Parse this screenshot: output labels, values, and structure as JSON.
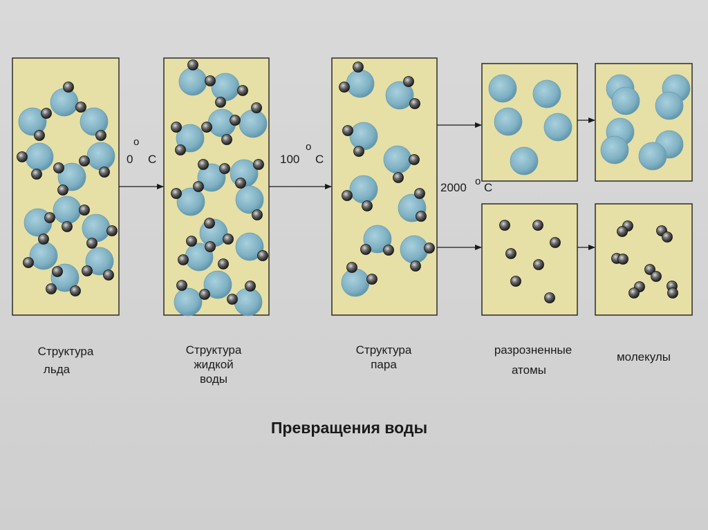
{
  "title": "Превращения воды",
  "transitions": {
    "melt": {
      "value": "0",
      "sup": "o",
      "unit": "C"
    },
    "boil": {
      "value": "100",
      "sup": "o",
      "unit": "C"
    },
    "dissociate": {
      "value": "2000",
      "sup": "o",
      "unit": "C"
    }
  },
  "captions": {
    "ice": [
      "Структура",
      "льда"
    ],
    "liquid": [
      "Структура",
      "жидкой",
      "воды"
    ],
    "vapor": [
      "Структура",
      "пара"
    ],
    "atoms": [
      "разрозненные",
      "атомы"
    ],
    "molecules": [
      "молекулы"
    ]
  },
  "colors": {
    "panel_fill": "#e6e0a6",
    "panel_border": "#2b2b2b",
    "oxygen": "#7fb3c6",
    "hydrogen": "#333333",
    "background": "#d6d6d6"
  }
}
